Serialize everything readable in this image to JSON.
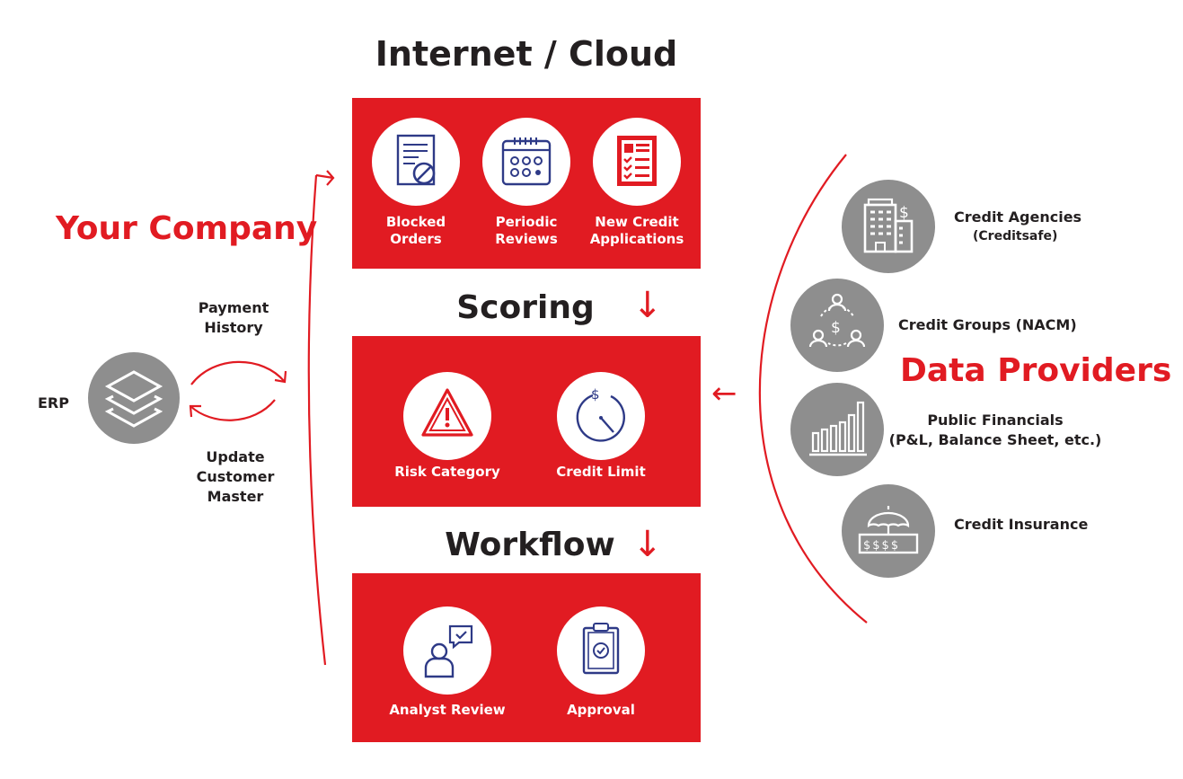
{
  "headings": {
    "internet_cloud": "Internet / Cloud",
    "scoring": "Scoring",
    "workflow": "Workflow",
    "your_company": "Your Company",
    "data_providers": "Data Providers"
  },
  "erp": {
    "label": "ERP",
    "payment_history": "Payment\nHistory",
    "update_customer_master": "Update\nCustomer\nMaster"
  },
  "internet_items": [
    {
      "label": "Blocked\nOrders",
      "icon": "blocked-orders-icon"
    },
    {
      "label": "Periodic\nReviews",
      "icon": "calendar-icon"
    },
    {
      "label": "New Credit\nApplications",
      "icon": "application-form-icon"
    }
  ],
  "scoring_items": [
    {
      "label": "Risk Category",
      "icon": "warning-icon"
    },
    {
      "label": "Credit Limit",
      "icon": "stopwatch-dollar-icon"
    }
  ],
  "workflow_items": [
    {
      "label": "Analyst Review",
      "icon": "analyst-chat-icon"
    },
    {
      "label": "Approval",
      "icon": "clipboard-check-icon"
    }
  ],
  "providers": [
    {
      "label": "Credit Agencies",
      "sublabel": "(Creditsafe)",
      "icon": "building-dollar-icon"
    },
    {
      "label": "Credit Groups (NACM)",
      "icon": "group-dollar-icon"
    },
    {
      "label": "Public Financials\n(P&L, Balance Sheet, etc.)",
      "icon": "bar-chart-icon"
    },
    {
      "label": "Credit Insurance",
      "icon": "umbrella-money-icon"
    }
  ],
  "colors": {
    "red": "#e11b22",
    "gray": "#8e8e8e",
    "navy": "#2e3a87",
    "dark": "#231f20"
  },
  "arrow_glyph": "↓",
  "left_arrow_glyph": "←"
}
